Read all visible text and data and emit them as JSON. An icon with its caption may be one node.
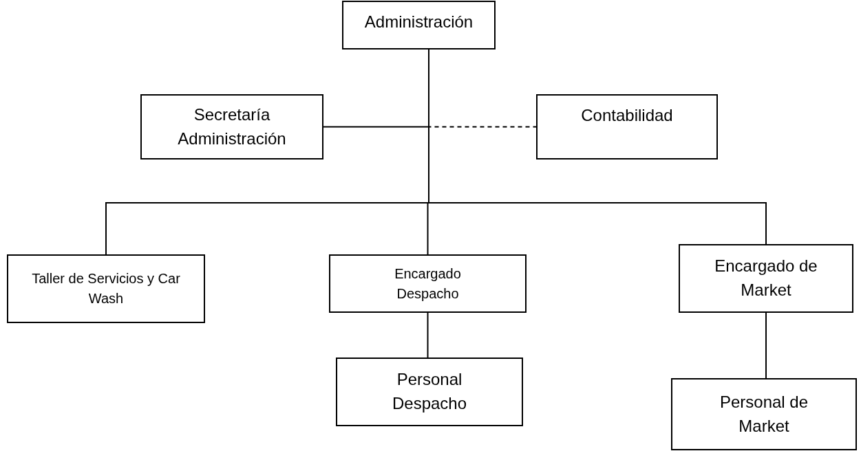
{
  "diagram": {
    "nodes": [
      {
        "text": [
          "Administración"
        ]
      },
      {
        "text": [
          "Secretaría Administración"
        ]
      },
      {
        "text": [
          "Contabilidad"
        ]
      },
      {
        "text": [
          "Taller de Servicios y Car Wash"
        ]
      },
      {
        "text": [
          "Encargado Despacho"
        ]
      },
      {
        "text": [
          "Encargado de Market"
        ]
      },
      {
        "text": [
          "Personal Despacho"
        ]
      },
      {
        "text": [
          "Personal de Market"
        ]
      }
    ],
    "edges": [
      {
        "from": 0,
        "to": 1,
        "arrow": "none"
      },
      {
        "from": 0,
        "to": 2,
        "arrow": "none",
        "style": "dashed"
      },
      {
        "from": 0,
        "to": 3,
        "arrow": "none"
      },
      {
        "from": 0,
        "to": 4,
        "arrow": "none"
      },
      {
        "from": 0,
        "to": 5,
        "arrow": "none"
      },
      {
        "from": 4,
        "to": 6,
        "arrow": "none"
      },
      {
        "from": 5,
        "to": 7,
        "arrow": "none"
      }
    ]
  }
}
